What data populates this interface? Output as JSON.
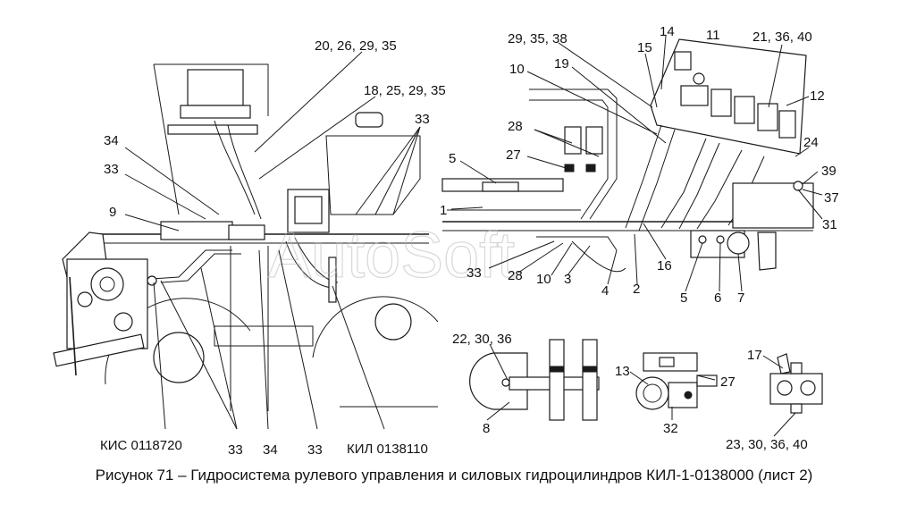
{
  "figure": {
    "caption": "Рисунок 71 – Гидросистема рулевого управления и силовых гидроцилиндров КИЛ-1-0138000 (лист 2)",
    "watermark": "AutoSoft"
  },
  "references": {
    "kis": "КИС 0118720",
    "kil": "КИЛ 0138110"
  },
  "callouts": {
    "c_20_26_29_35": "20, 26, 29, 35",
    "c_18_25_29_35": "18, 25, 29, 35",
    "c_33_top": "33",
    "c_34_left": "34",
    "c_33_left": "33",
    "c_9": "9",
    "c_33_bottom_a": "33",
    "c_34_bottom": "34",
    "c_33_bottom_b": "33",
    "c_29_35_38": "29, 35, 38",
    "c_10_top": "10",
    "c_19": "19",
    "c_15": "15",
    "c_14": "14",
    "c_11": "11",
    "c_21_36_40": "21, 36, 40",
    "c_12": "12",
    "c_28_top": "28",
    "c_27_top": "27",
    "c_5_top": "5",
    "c_1": "1",
    "c_24": "24",
    "c_39": "39",
    "c_37": "37",
    "c_31": "31",
    "c_16": "16",
    "c_33_mid": "33",
    "c_28_mid": "28",
    "c_10_mid": "10",
    "c_3": "3",
    "c_4": "4",
    "c_2": "2",
    "c_5_mid": "5",
    "c_6": "6",
    "c_7": "7",
    "c_22_30_36": "22, 30, 36",
    "c_8": "8",
    "c_13": "13",
    "c_27_bottom": "27",
    "c_32": "32",
    "c_17": "17",
    "c_23_30_36_40": "23, 30, 36, 40"
  }
}
